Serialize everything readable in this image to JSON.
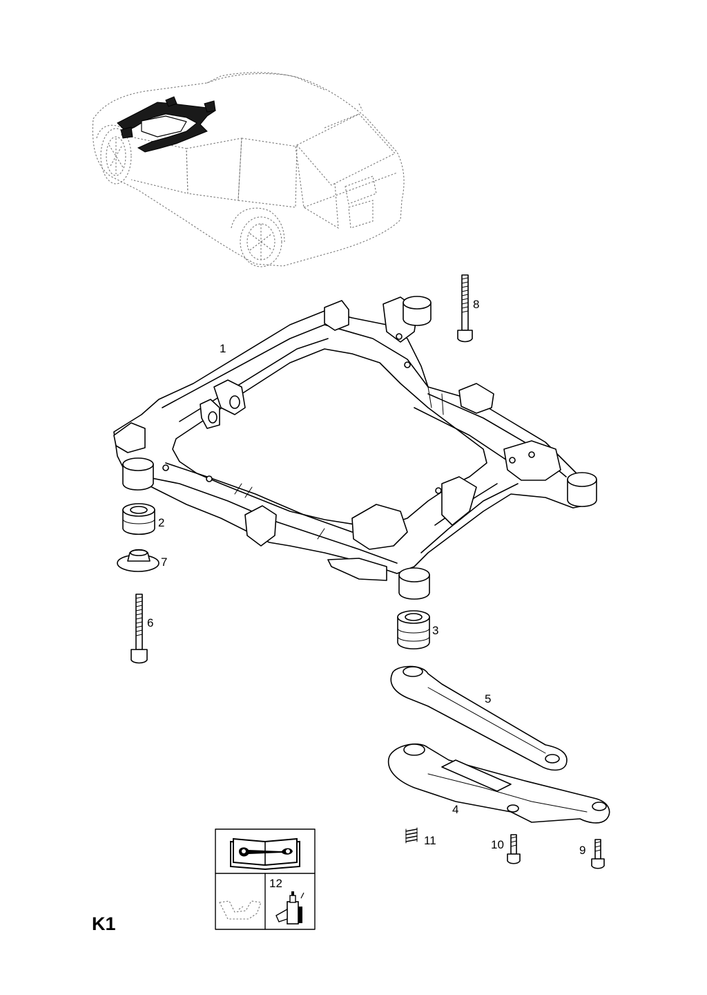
{
  "sheet": {
    "code": "K1"
  },
  "callouts": [
    {
      "id": "1",
      "label": "1"
    },
    {
      "id": "2",
      "label": "2"
    },
    {
      "id": "3",
      "label": "3"
    },
    {
      "id": "4",
      "label": "4"
    },
    {
      "id": "5",
      "label": "5"
    },
    {
      "id": "6",
      "label": "6"
    },
    {
      "id": "7",
      "label": "7"
    },
    {
      "id": "8",
      "label": "8"
    },
    {
      "id": "9",
      "label": "9"
    },
    {
      "id": "10",
      "label": "10"
    },
    {
      "id": "11",
      "label": "11"
    }
  ],
  "legend_box": {
    "callout": "12",
    "icons": [
      "repair-manual-icon",
      "lubricant-bottle-icon",
      "tool-outline-icon"
    ]
  }
}
